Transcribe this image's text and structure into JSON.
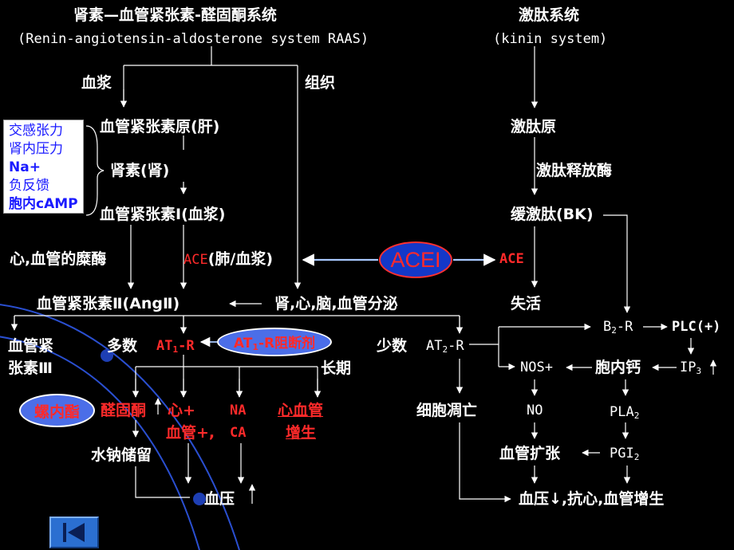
{
  "raas": {
    "title": "肾素—血管紧张素-醛固酮系统",
    "subtitle": "(Renin-angiotensin-aldosterone system RAAS)",
    "plasma": "血浆",
    "tissue": "组织",
    "angiotensinogen": "血管紧张素原(肝)",
    "renin": "肾素(肾)",
    "ang1": "血管紧张素Ⅰ(血浆)",
    "chymase": "心,血管的糜酶",
    "ace_lung": "ACE",
    "ace_lung_suffix": "(肺/血浆)",
    "ang2": "血管紧张素Ⅱ(AngⅡ)",
    "tissue_sources": "肾,心,脑,血管分泌",
    "ang3_top": "血管紧",
    "ang3_bottom": "张素Ⅲ"
  },
  "factors": {
    "items": [
      "交感张力",
      "肾内压力",
      "Na+",
      "负反馈",
      "胞内cAMP"
    ]
  },
  "acei": {
    "label": "ACEI"
  },
  "kinin": {
    "title": "激肽系统",
    "subtitle": "(kinin system)",
    "kininogen": "激肽原",
    "kallikrein": "激肽释放酶",
    "bradykinin": "缓激肽(BK)",
    "ace": "ACE",
    "inactive": "失活"
  },
  "receptors": {
    "majority": "多数",
    "at1_main": "AT",
    "at1_sub": "1",
    "at1_tail": "-R",
    "minority": "少数",
    "at2_main": "AT",
    "at2_sub": "2",
    "at2_tail": "-R",
    "long_term": "长期",
    "apoptosis": "细胞凋亡"
  },
  "at1_blocker": {
    "main": "AT",
    "sub": "1",
    "tail": "-R阻断剂"
  },
  "spironolactone": {
    "label": "螺内酯"
  },
  "effects": {
    "aldosterone": "醛固酮",
    "heart_plus": "心+",
    "vessel_plus": "血管+,",
    "na": "NA",
    "ca": "CA",
    "remodel_top": "心血管",
    "remodel_bottom": "增生",
    "water_sodium": "水钠储留",
    "bp": "血压"
  },
  "signaling": {
    "b2r_main": "B",
    "b2r_sub": "2",
    "b2r_tail": "-R",
    "plc": "PLC(+)",
    "ip3_main": "IP",
    "ip3_sub": "3",
    "nos": "NOS+",
    "ca_intra": "胞内钙",
    "no": "NO",
    "pla2_main": "PLA",
    "pla2_sub": "2",
    "vasodilation": "血管扩张",
    "pgi2_main": "PGI",
    "pgi2_sub": "2",
    "final": "血压↓,抗心,血管增生"
  },
  "colors": {
    "background": "#000000",
    "text": "#ffffff",
    "highlight": "#ff2a2a",
    "factor_text": "#1a1aff",
    "pill_blue": "#4b6ee8",
    "acei_blue": "#1438c8",
    "arc_blue": "#2a4fd0"
  },
  "nav": {
    "back_icon": "skip-to-start-icon"
  }
}
